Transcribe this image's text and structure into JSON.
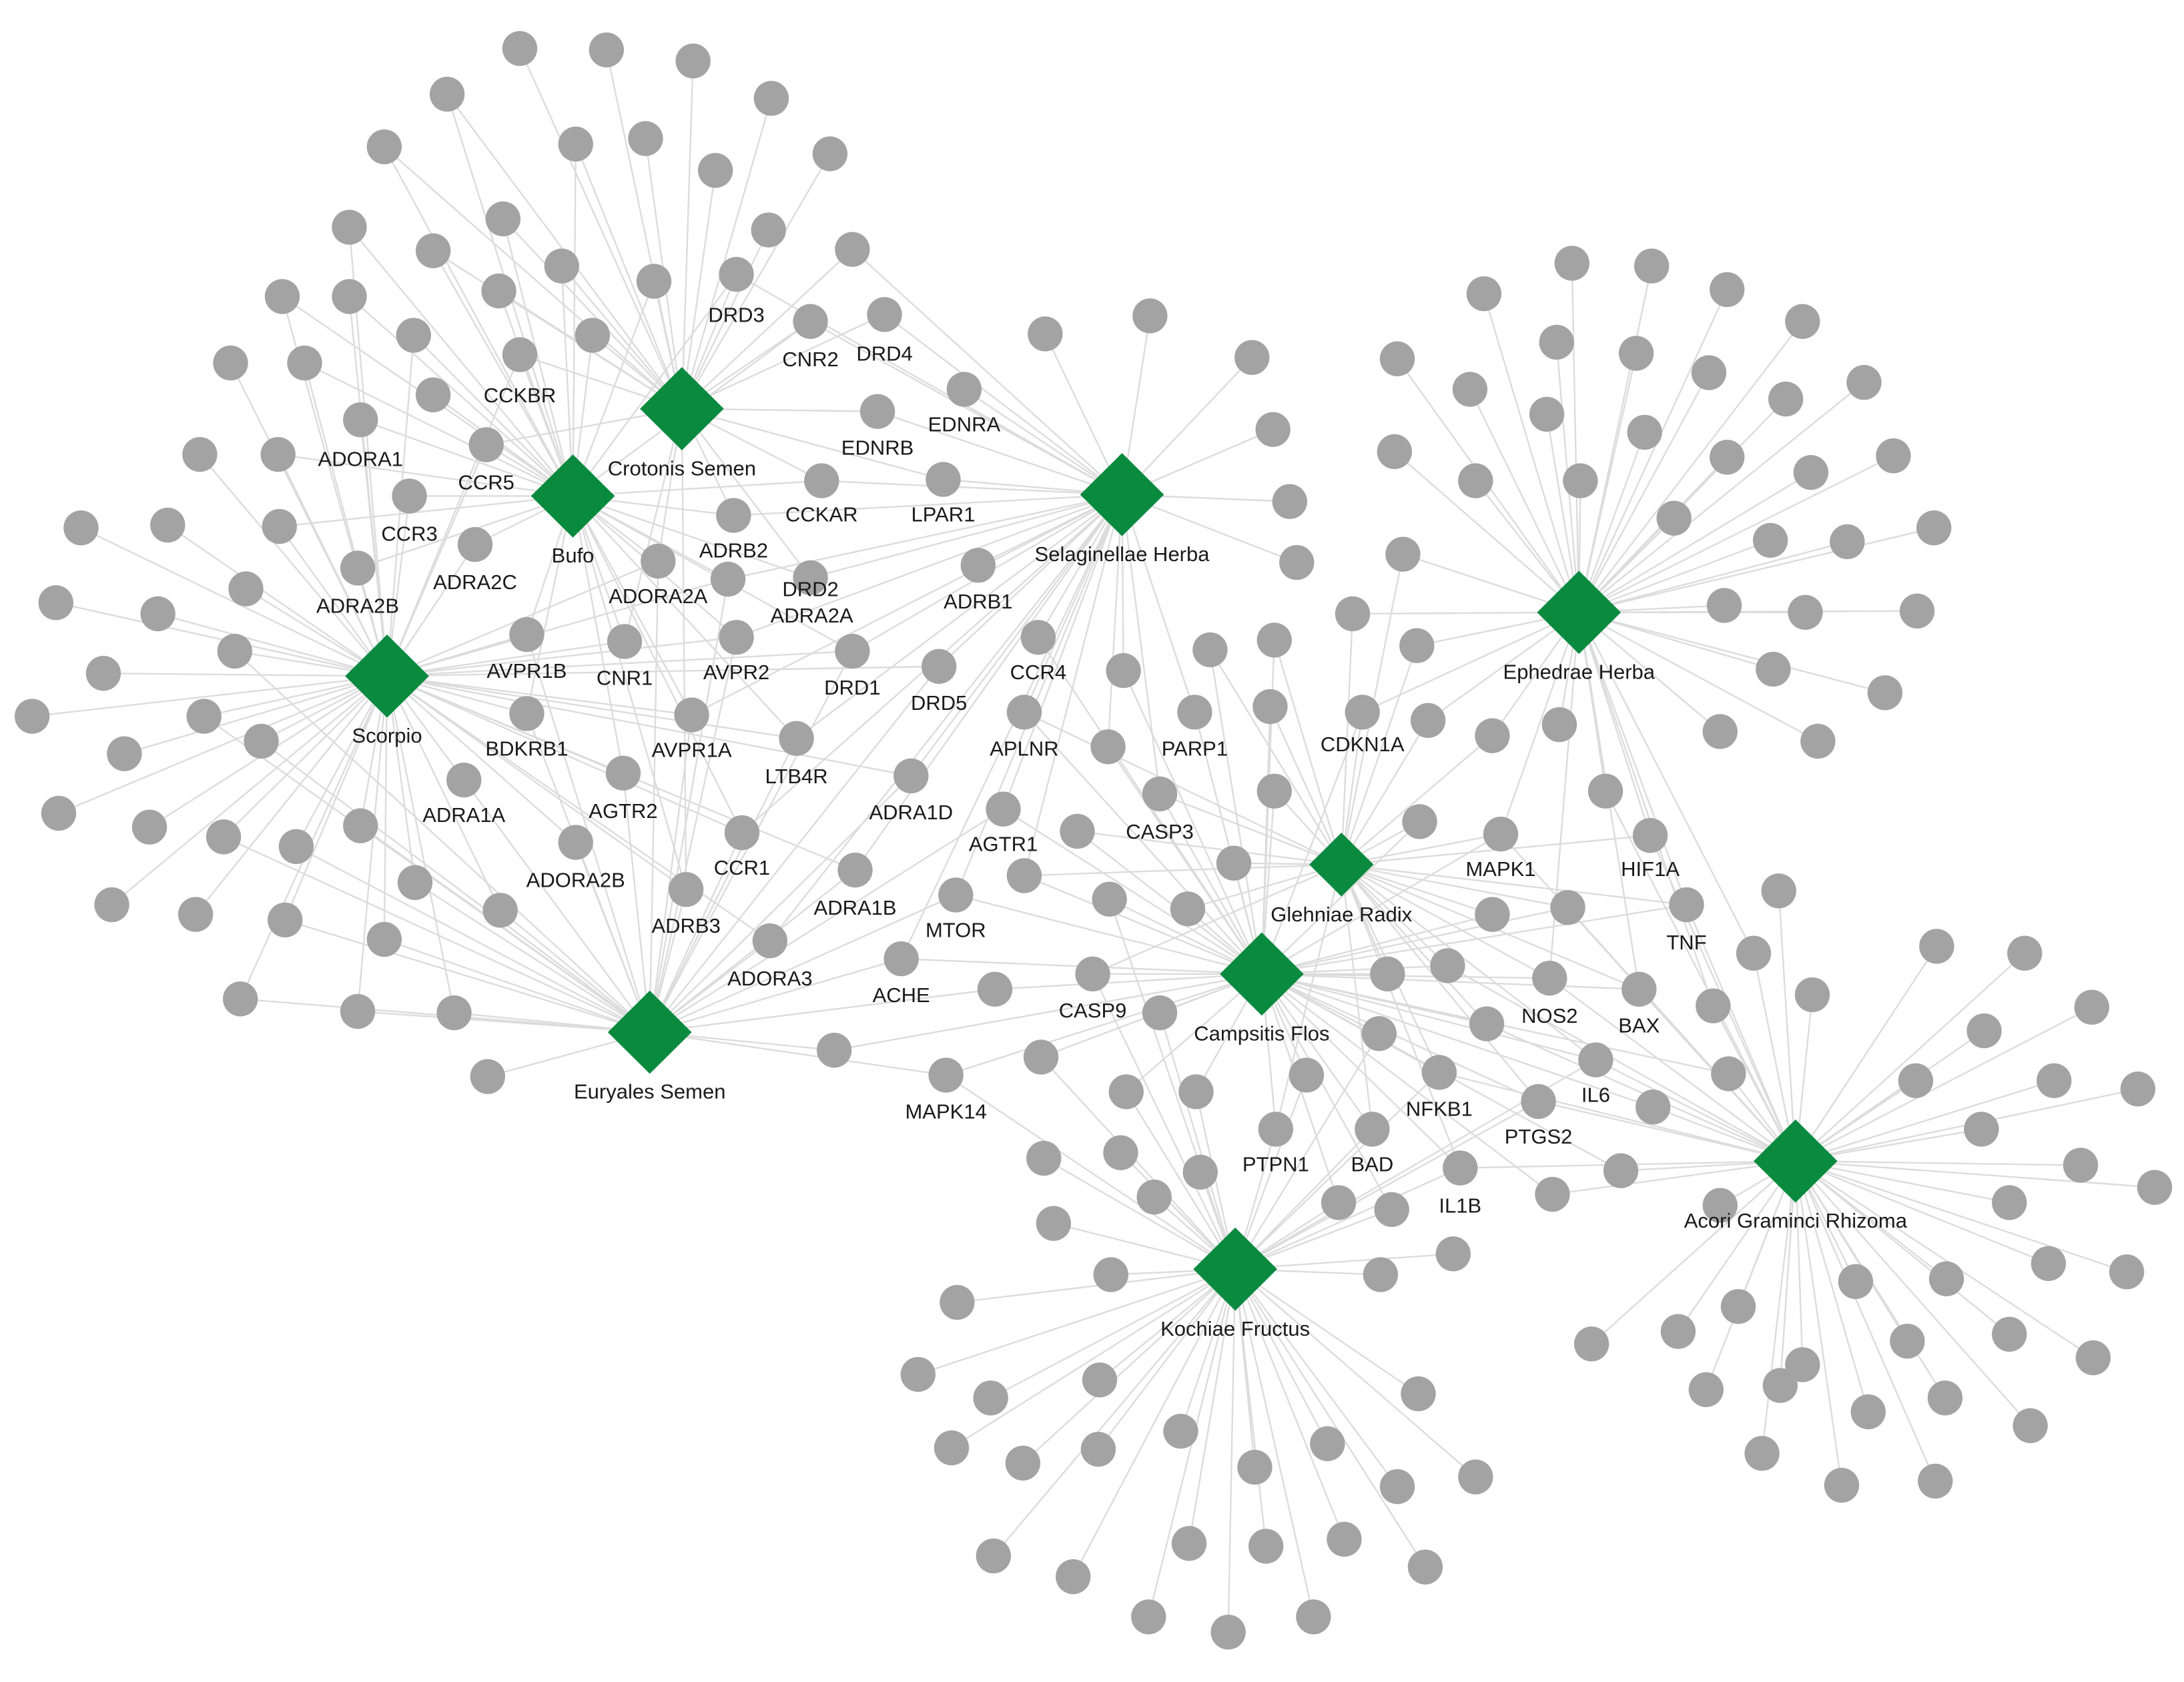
{
  "colors": {
    "herb_node": "#0a8a3f",
    "target_node": "#a3a3a3",
    "edge": "#dcdcdc",
    "label": "#1a1a1a",
    "background": "#ffffff"
  },
  "herb_shape": "diamond",
  "target_shape": "circle",
  "herbs": [
    "Crotonis Semen",
    "Bufo",
    "Scorpio",
    "Euryales Semen",
    "Selaginellae Herba",
    "Ephedrae Herba",
    "Glehniae Radix",
    "Campsitis Flos",
    "Kochiae Fructus",
    "Acori Graminci Rhizoma"
  ],
  "labeled_targets": [
    "DRD3",
    "CNR2",
    "DRD4",
    "CCKBR",
    "EDNRA",
    "ADORA1",
    "EDNRB",
    "CCR5",
    "CCKAR",
    "LPAR1",
    "CCR3",
    "ADRB2",
    "ADRA2C",
    "ADRA2B",
    "ADORA2A",
    "DRD2",
    "ADRA2A",
    "ADRB1",
    "AVPR1B",
    "CNR1",
    "AVPR2",
    "DRD1",
    "CCR4",
    "DRD5",
    "BDKRB1",
    "AVPR1A",
    "APLNR",
    "PARP1",
    "CDKN1A",
    "LTB4R",
    "ADRA1A",
    "AGTR2",
    "ADRA1D",
    "CASP3",
    "AGTR1",
    "MAPK1",
    "HIF1A",
    "ADORA2B",
    "CCR1",
    "ADRA1B",
    "TNF",
    "ADRB3",
    "MTOR",
    "ADORA3",
    "ACHE",
    "CASP9",
    "NOS2",
    "BAX",
    "IL6",
    "NFKB1",
    "MAPK14",
    "PTGS2",
    "PTPN1",
    "BAD",
    "IL1B"
  ]
}
